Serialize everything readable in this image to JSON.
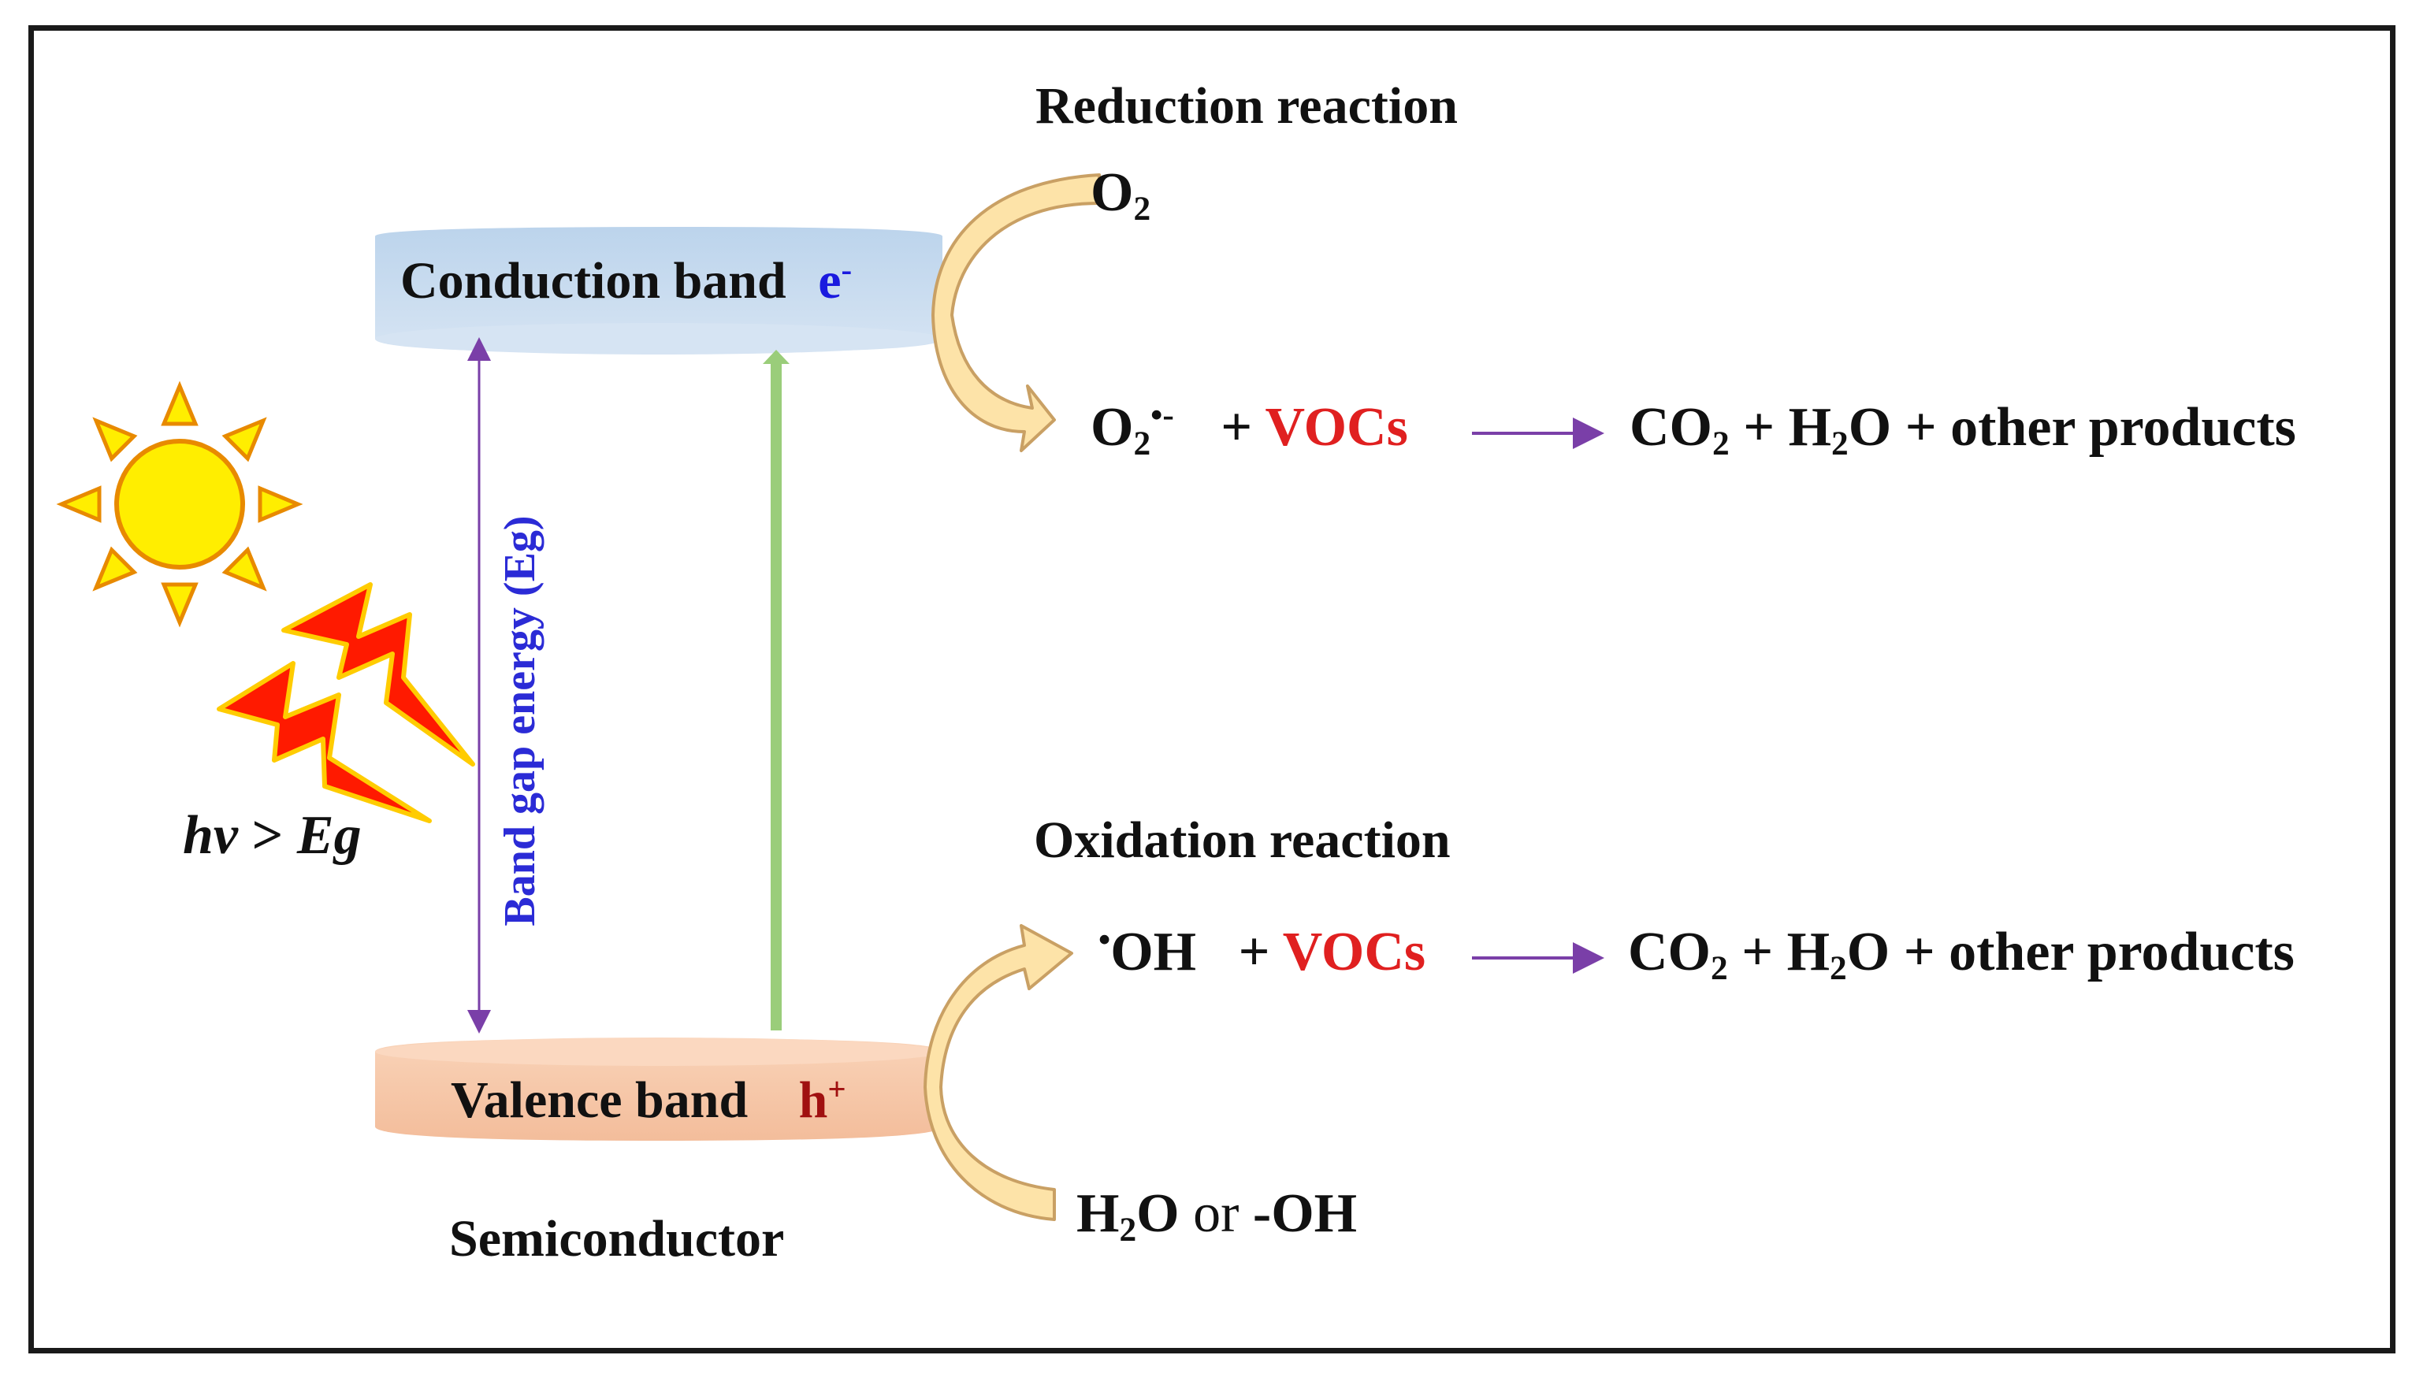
{
  "conduction_band": {
    "label": "Conduction band",
    "carrier": "e",
    "carrier_sup": "-"
  },
  "valence_band": {
    "label": "Valence band",
    "carrier": "h",
    "carrier_sup": "+"
  },
  "semiconductor_label": "Semiconductor",
  "band_gap_label": "Band gap energy (Eg)",
  "photon": {
    "hv": "hv",
    "gt": ">",
    "eg": "Eg"
  },
  "reduction": {
    "heading": "Reduction reaction",
    "reactant": {
      "base": "O",
      "sub": "2"
    },
    "radical": {
      "base": "O",
      "sub": "2",
      "sup": "•-"
    },
    "plus_vocs": "+",
    "vocs": "VOCs",
    "products": {
      "co2_base": "CO",
      "co2_sub": "2",
      "plus1": "+",
      "h2o_h": "H",
      "h2o_sub": "2",
      "h2o_o": "O",
      "rest": "+ other products"
    }
  },
  "oxidation": {
    "heading": "Oxidation reaction",
    "radical": {
      "dot": "•",
      "base": "OH"
    },
    "plus_vocs": "+",
    "vocs": "VOCs",
    "products": {
      "co2_base": "CO",
      "co2_sub": "2",
      "plus1": "+",
      "h2o_h": "H",
      "h2o_sub": "2",
      "h2o_o": "O",
      "rest": "+ other products"
    },
    "source": {
      "h": "H",
      "sub": "2",
      "o": "O",
      "or": "or",
      "oh": "-OH"
    }
  },
  "colors": {
    "conduction_band": "#c5d9ee",
    "valence_band": "#f7c7a8",
    "excitation_arrow": "#9acd7a",
    "bandgap_arrow": "#7a3fa8",
    "reaction_arrow": "#7a3fa8",
    "curved_arrow_fill": "#fde3a8",
    "curved_arrow_stroke": "#c9a064",
    "sun_fill": "#ffee00",
    "sun_stroke": "#e88a00",
    "lightning_fill": "#ff1a00",
    "lightning_stroke": "#ffcc00"
  }
}
